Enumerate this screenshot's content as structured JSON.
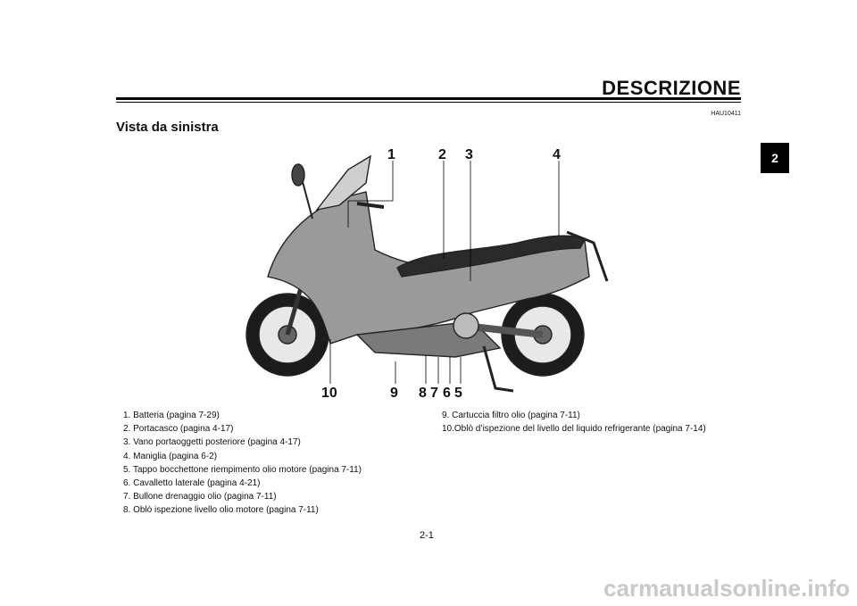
{
  "header": {
    "title": "DESCRIZIONE",
    "code": "HAU10411"
  },
  "section": {
    "title": "Vista da sinistra"
  },
  "chapter_tab": "2",
  "callouts": [
    "1",
    "2",
    "3",
    "4",
    "5",
    "6",
    "7",
    "8",
    "9",
    "10"
  ],
  "legend_left": [
    "1.  Batteria (pagina 7-29)",
    "2.  Portacasco (pagina 4-17)",
    "3.  Vano portaoggetti posteriore (pagina 4-17)",
    "4.  Maniglia (pagina 6-2)",
    "5.  Tappo bocchettone riempimento olio motore (pagina 7-11)",
    "6.  Cavalletto laterale (pagina 4-21)",
    "7.  Bullone drenaggio olio (pagina 7-11)",
    "8.  Oblò ispezione livello olio motore (pagina 7-11)"
  ],
  "legend_right": [
    "9.  Cartuccia filtro olio (pagina 7-11)",
    "10.Oblò d’ispezione del livello del liquido refrigerante (pagina 7-14)"
  ],
  "footer": {
    "page": "2-1",
    "watermark": "carmanualsonline.info"
  }
}
